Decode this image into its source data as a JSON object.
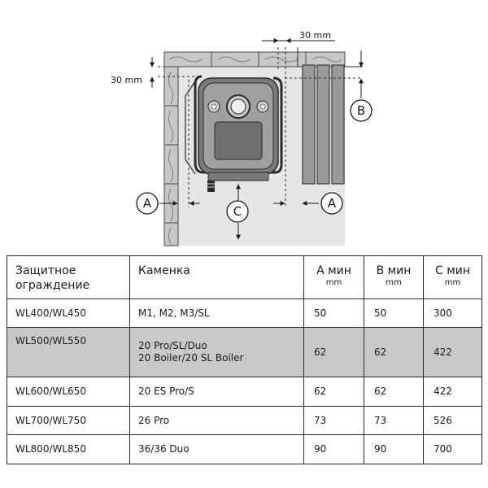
{
  "diagram": {
    "top_dim_label": "30 mm",
    "side_dim_label": "30 mm",
    "label_a": "A",
    "label_b": "B",
    "label_c": "C"
  },
  "table": {
    "headers": {
      "guard": "Защитное ограждение",
      "heater": "Каменка",
      "a_min": "A мин",
      "b_min": "B мин",
      "c_min": "C мин",
      "unit": "mm"
    },
    "rows": [
      {
        "guard": "WL400/WL450",
        "heater_1": "M1, M2, M3/SL",
        "heater_2": "",
        "a": "50",
        "b": "50",
        "c": "300"
      },
      {
        "guard": "WL500/WL550",
        "heater_1": "20 Pro/SL/Duo",
        "heater_2": "20 Boiler/20 SL Boiler",
        "a": "62",
        "b": "62",
        "c": "422"
      },
      {
        "guard": "WL600/WL650",
        "heater_1": "20 ES Pro/S",
        "heater_2": "",
        "a": "62",
        "b": "62",
        "c": "422"
      },
      {
        "guard": "WL700/WL750",
        "heater_1": "26 Pro",
        "heater_2": "",
        "a": "73",
        "b": "73",
        "c": "526"
      },
      {
        "guard": "WL800/WL850",
        "heater_1": "36/36 Duo",
        "heater_2": "",
        "a": "90",
        "b": "90",
        "c": "700"
      }
    ]
  }
}
